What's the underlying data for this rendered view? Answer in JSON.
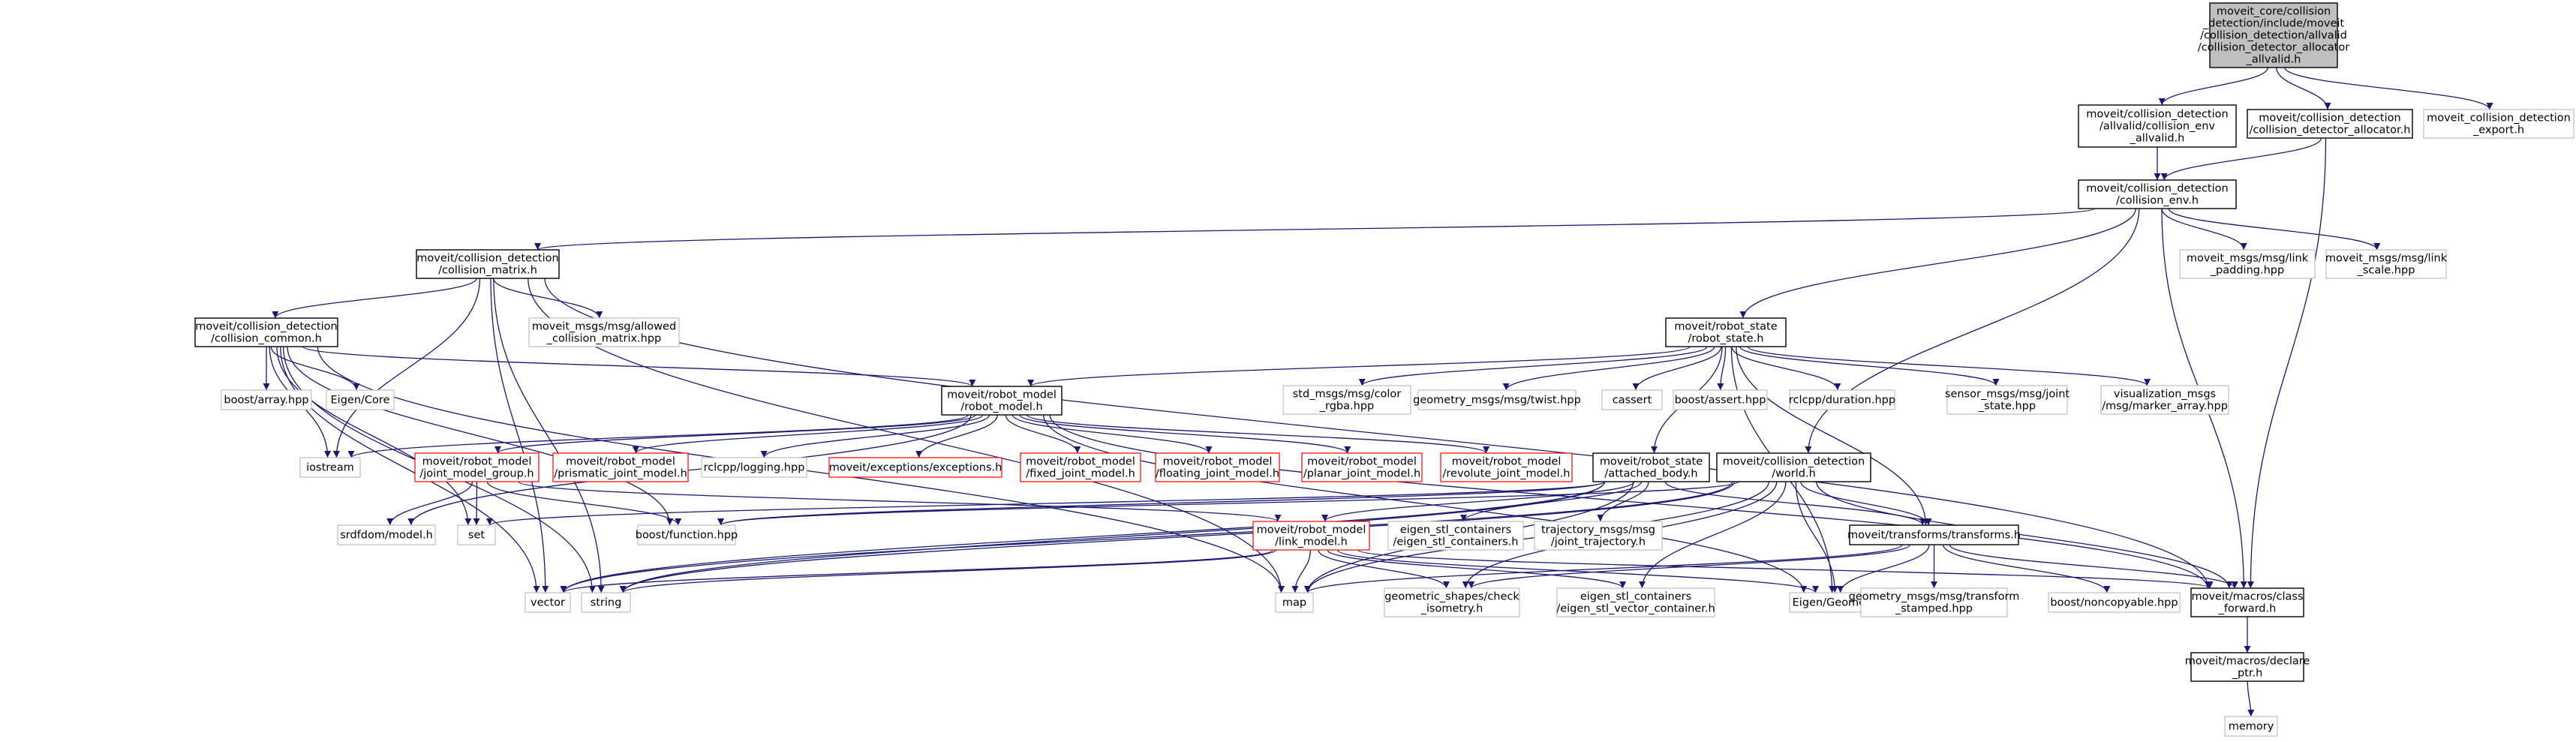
{
  "palette": {
    "edge": "#191970",
    "box_default": "#000000",
    "box_missing": "#bfbfbf",
    "box_undocumented": "#ff0000",
    "box_root_fill": "#bfbfbf",
    "text": "#000000"
  },
  "nodes": [
    {
      "id": "root",
      "kind": "root",
      "lines": [
        "moveit_core/collision",
        "_detection/include/moveit",
        "/collision_detection/allvalid",
        "/collision_detector_allocator",
        "_allvalid.h"
      ]
    },
    {
      "id": "env_allvalid",
      "kind": "default",
      "lines": [
        "moveit/collision_detection",
        "/allvalid/collision_env",
        "_allvalid.h"
      ]
    },
    {
      "id": "det_alloc",
      "kind": "default",
      "lines": [
        "moveit/collision_detection",
        "/collision_detector_allocator.h"
      ]
    },
    {
      "id": "export",
      "kind": "missing",
      "lines": [
        "moveit_collision_detection",
        "_export.h"
      ]
    },
    {
      "id": "coll_env",
      "kind": "default",
      "lines": [
        "moveit/collision_detection",
        "/collision_env.h"
      ]
    },
    {
      "id": "coll_matrix",
      "kind": "default",
      "lines": [
        "moveit/collision_detection",
        "/collision_matrix.h"
      ]
    },
    {
      "id": "link_padding",
      "kind": "missing",
      "lines": [
        "moveit_msgs/msg/link",
        "_padding.hpp"
      ]
    },
    {
      "id": "link_scale",
      "kind": "missing",
      "lines": [
        "moveit_msgs/msg/link",
        "_scale.hpp"
      ]
    },
    {
      "id": "allowed_cm",
      "kind": "missing",
      "lines": [
        "moveit_msgs/msg/allowed",
        "_collision_matrix.hpp"
      ]
    },
    {
      "id": "robot_state",
      "kind": "default",
      "lines": [
        "moveit/robot_state",
        "/robot_state.h"
      ]
    },
    {
      "id": "coll_common",
      "kind": "default",
      "lines": [
        "moveit/collision_detection",
        "/collision_common.h"
      ]
    },
    {
      "id": "boost_array",
      "kind": "missing",
      "lines": [
        "boost/array.hpp"
      ]
    },
    {
      "id": "eigen_core",
      "kind": "missing",
      "lines": [
        "Eigen/Core"
      ]
    },
    {
      "id": "robot_model",
      "kind": "default",
      "lines": [
        "moveit/robot_model",
        "/robot_model.h"
      ]
    },
    {
      "id": "color_rgba",
      "kind": "missing",
      "lines": [
        "std_msgs/msg/color",
        "_rgba.hpp"
      ]
    },
    {
      "id": "twist",
      "kind": "missing",
      "lines": [
        "geometry_msgs/msg/twist.hpp"
      ]
    },
    {
      "id": "cassert",
      "kind": "missing",
      "lines": [
        "cassert"
      ]
    },
    {
      "id": "boost_assert",
      "kind": "missing",
      "lines": [
        "boost/assert.hpp"
      ]
    },
    {
      "id": "rclcpp_duration",
      "kind": "missing",
      "lines": [
        "rclcpp/duration.hpp"
      ]
    },
    {
      "id": "joint_state",
      "kind": "missing",
      "lines": [
        "sensor_msgs/msg/joint",
        "_state.hpp"
      ]
    },
    {
      "id": "marker_array",
      "kind": "missing",
      "lines": [
        "visualization_msgs",
        "/msg/marker_array.hpp"
      ]
    },
    {
      "id": "iostream",
      "kind": "missing",
      "lines": [
        "iostream"
      ]
    },
    {
      "id": "jmg",
      "kind": "undocumented",
      "lines": [
        "moveit/robot_model",
        "/joint_model_group.h"
      ]
    },
    {
      "id": "prismatic",
      "kind": "undocumented",
      "lines": [
        "moveit/robot_model",
        "/prismatic_joint_model.h"
      ]
    },
    {
      "id": "rclcpp_logging",
      "kind": "missing",
      "lines": [
        "rclcpp/logging.hpp"
      ]
    },
    {
      "id": "exceptions",
      "kind": "undocumented",
      "lines": [
        "moveit/exceptions/exceptions.h"
      ]
    },
    {
      "id": "fixed",
      "kind": "undocumented",
      "lines": [
        "moveit/robot_model",
        "/fixed_joint_model.h"
      ]
    },
    {
      "id": "floating",
      "kind": "undocumented",
      "lines": [
        "moveit/robot_model",
        "/floating_joint_model.h"
      ]
    },
    {
      "id": "planar",
      "kind": "undocumented",
      "lines": [
        "moveit/robot_model",
        "/planar_joint_model.h"
      ]
    },
    {
      "id": "revolute",
      "kind": "undocumented",
      "lines": [
        "moveit/robot_model",
        "/revolute_joint_model.h"
      ]
    },
    {
      "id": "attached_body",
      "kind": "default",
      "lines": [
        "moveit/robot_state",
        "/attached_body.h"
      ]
    },
    {
      "id": "world",
      "kind": "default",
      "lines": [
        "moveit/collision_detection",
        "/world.h"
      ]
    },
    {
      "id": "srdfdom",
      "kind": "missing",
      "lines": [
        "srdfdom/model.h"
      ]
    },
    {
      "id": "set",
      "kind": "missing",
      "lines": [
        "set"
      ]
    },
    {
      "id": "boost_function",
      "kind": "missing",
      "lines": [
        "boost/function.hpp"
      ]
    },
    {
      "id": "link_model",
      "kind": "undocumented",
      "lines": [
        "moveit/robot_model",
        "/link_model.h"
      ]
    },
    {
      "id": "eigen_stl_containers",
      "kind": "missing",
      "lines": [
        "eigen_stl_containers",
        "/eigen_stl_containers.h"
      ]
    },
    {
      "id": "joint_trajectory",
      "kind": "missing",
      "lines": [
        "trajectory_msgs/msg",
        "/joint_trajectory.h"
      ]
    },
    {
      "id": "transforms",
      "kind": "default",
      "lines": [
        "moveit/transforms/transforms.h"
      ]
    },
    {
      "id": "vector",
      "kind": "missing",
      "lines": [
        "vector"
      ]
    },
    {
      "id": "string",
      "kind": "missing",
      "lines": [
        "string"
      ]
    },
    {
      "id": "map",
      "kind": "missing",
      "lines": [
        "map"
      ]
    },
    {
      "id": "check_isometry",
      "kind": "missing",
      "lines": [
        "geometric_shapes/check",
        "_isometry.h"
      ]
    },
    {
      "id": "eigen_vector_container",
      "kind": "missing",
      "lines": [
        "eigen_stl_containers",
        "/eigen_stl_vector_container.h"
      ]
    },
    {
      "id": "eigen_geometry",
      "kind": "missing",
      "lines": [
        "Eigen/Geometry"
      ]
    },
    {
      "id": "transform_stamped",
      "kind": "missing",
      "lines": [
        "geometry_msgs/msg/transform",
        "_stamped.hpp"
      ]
    },
    {
      "id": "noncopyable",
      "kind": "missing",
      "lines": [
        "boost/noncopyable.hpp"
      ]
    },
    {
      "id": "class_forward",
      "kind": "default",
      "lines": [
        "moveit/macros/class",
        "_forward.h"
      ]
    },
    {
      "id": "declare_ptr",
      "kind": "default",
      "lines": [
        "moveit/macros/declare",
        "_ptr.h"
      ]
    },
    {
      "id": "memory",
      "kind": "missing",
      "lines": [
        "memory"
      ]
    }
  ],
  "edges": [
    [
      "root",
      "env_allvalid"
    ],
    [
      "root",
      "det_alloc"
    ],
    [
      "root",
      "export"
    ],
    [
      "env_allvalid",
      "coll_env"
    ],
    [
      "det_alloc",
      "coll_env"
    ],
    [
      "det_alloc",
      "class_forward"
    ],
    [
      "coll_env",
      "coll_matrix"
    ],
    [
      "coll_env",
      "robot_state"
    ],
    [
      "coll_env",
      "world"
    ],
    [
      "coll_env",
      "link_padding"
    ],
    [
      "coll_env",
      "link_scale"
    ],
    [
      "coll_env",
      "class_forward"
    ],
    [
      "coll_matrix",
      "coll_common"
    ],
    [
      "coll_matrix",
      "allowed_cm"
    ],
    [
      "coll_matrix",
      "iostream"
    ],
    [
      "coll_matrix",
      "vector"
    ],
    [
      "coll_matrix",
      "string"
    ],
    [
      "coll_matrix",
      "map"
    ],
    [
      "coll_matrix",
      "class_forward"
    ],
    [
      "coll_common",
      "boost_array"
    ],
    [
      "coll_common",
      "eigen_core"
    ],
    [
      "coll_common",
      "robot_model"
    ],
    [
      "coll_common",
      "set"
    ],
    [
      "coll_common",
      "boost_function"
    ],
    [
      "coll_common",
      "vector"
    ],
    [
      "coll_common",
      "string"
    ],
    [
      "coll_common",
      "map"
    ],
    [
      "coll_common",
      "iostream"
    ],
    [
      "robot_state",
      "robot_model"
    ],
    [
      "robot_state",
      "attached_body"
    ],
    [
      "robot_state",
      "transforms"
    ],
    [
      "robot_state",
      "color_rgba"
    ],
    [
      "robot_state",
      "twist"
    ],
    [
      "robot_state",
      "cassert"
    ],
    [
      "robot_state",
      "boost_assert"
    ],
    [
      "robot_state",
      "rclcpp_duration"
    ],
    [
      "robot_state",
      "joint_state"
    ],
    [
      "robot_state",
      "marker_array"
    ],
    [
      "robot_state",
      "eigen_geometry"
    ],
    [
      "robot_model",
      "iostream"
    ],
    [
      "robot_model",
      "jmg"
    ],
    [
      "robot_model",
      "prismatic"
    ],
    [
      "robot_model",
      "rclcpp_logging"
    ],
    [
      "robot_model",
      "exceptions"
    ],
    [
      "robot_model",
      "fixed"
    ],
    [
      "robot_model",
      "floating"
    ],
    [
      "robot_model",
      "planar"
    ],
    [
      "robot_model",
      "revolute"
    ],
    [
      "robot_model",
      "srdfdom"
    ],
    [
      "robot_model",
      "class_forward"
    ],
    [
      "robot_model",
      "eigen_geometry"
    ],
    [
      "jmg",
      "srdfdom"
    ],
    [
      "jmg",
      "set"
    ],
    [
      "jmg",
      "boost_function"
    ],
    [
      "jmg",
      "link_model"
    ],
    [
      "attached_body",
      "link_model"
    ],
    [
      "attached_body",
      "transforms"
    ],
    [
      "attached_body",
      "joint_trajectory"
    ],
    [
      "attached_body",
      "eigen_stl_containers"
    ],
    [
      "attached_body",
      "set"
    ],
    [
      "attached_body",
      "boost_function"
    ],
    [
      "attached_body",
      "vector"
    ],
    [
      "attached_body",
      "string"
    ],
    [
      "attached_body",
      "map"
    ],
    [
      "world",
      "transforms"
    ],
    [
      "world",
      "class_forward"
    ],
    [
      "world",
      "eigen_geometry"
    ],
    [
      "world",
      "eigen_vector_container"
    ],
    [
      "world",
      "check_isometry"
    ],
    [
      "world",
      "boost_function"
    ],
    [
      "world",
      "vector"
    ],
    [
      "world",
      "string"
    ],
    [
      "world",
      "map"
    ],
    [
      "link_model",
      "vector"
    ],
    [
      "link_model",
      "string"
    ],
    [
      "link_model",
      "map"
    ],
    [
      "link_model",
      "check_isometry"
    ],
    [
      "link_model",
      "eigen_vector_container"
    ],
    [
      "link_model",
      "eigen_geometry"
    ],
    [
      "link_model",
      "class_forward"
    ],
    [
      "transforms",
      "map"
    ],
    [
      "transforms",
      "check_isometry"
    ],
    [
      "transforms",
      "eigen_geometry"
    ],
    [
      "transforms",
      "transform_stamped"
    ],
    [
      "transforms",
      "noncopyable"
    ],
    [
      "transforms",
      "class_forward"
    ],
    [
      "class_forward",
      "declare_ptr"
    ],
    [
      "declare_ptr",
      "memory"
    ]
  ]
}
